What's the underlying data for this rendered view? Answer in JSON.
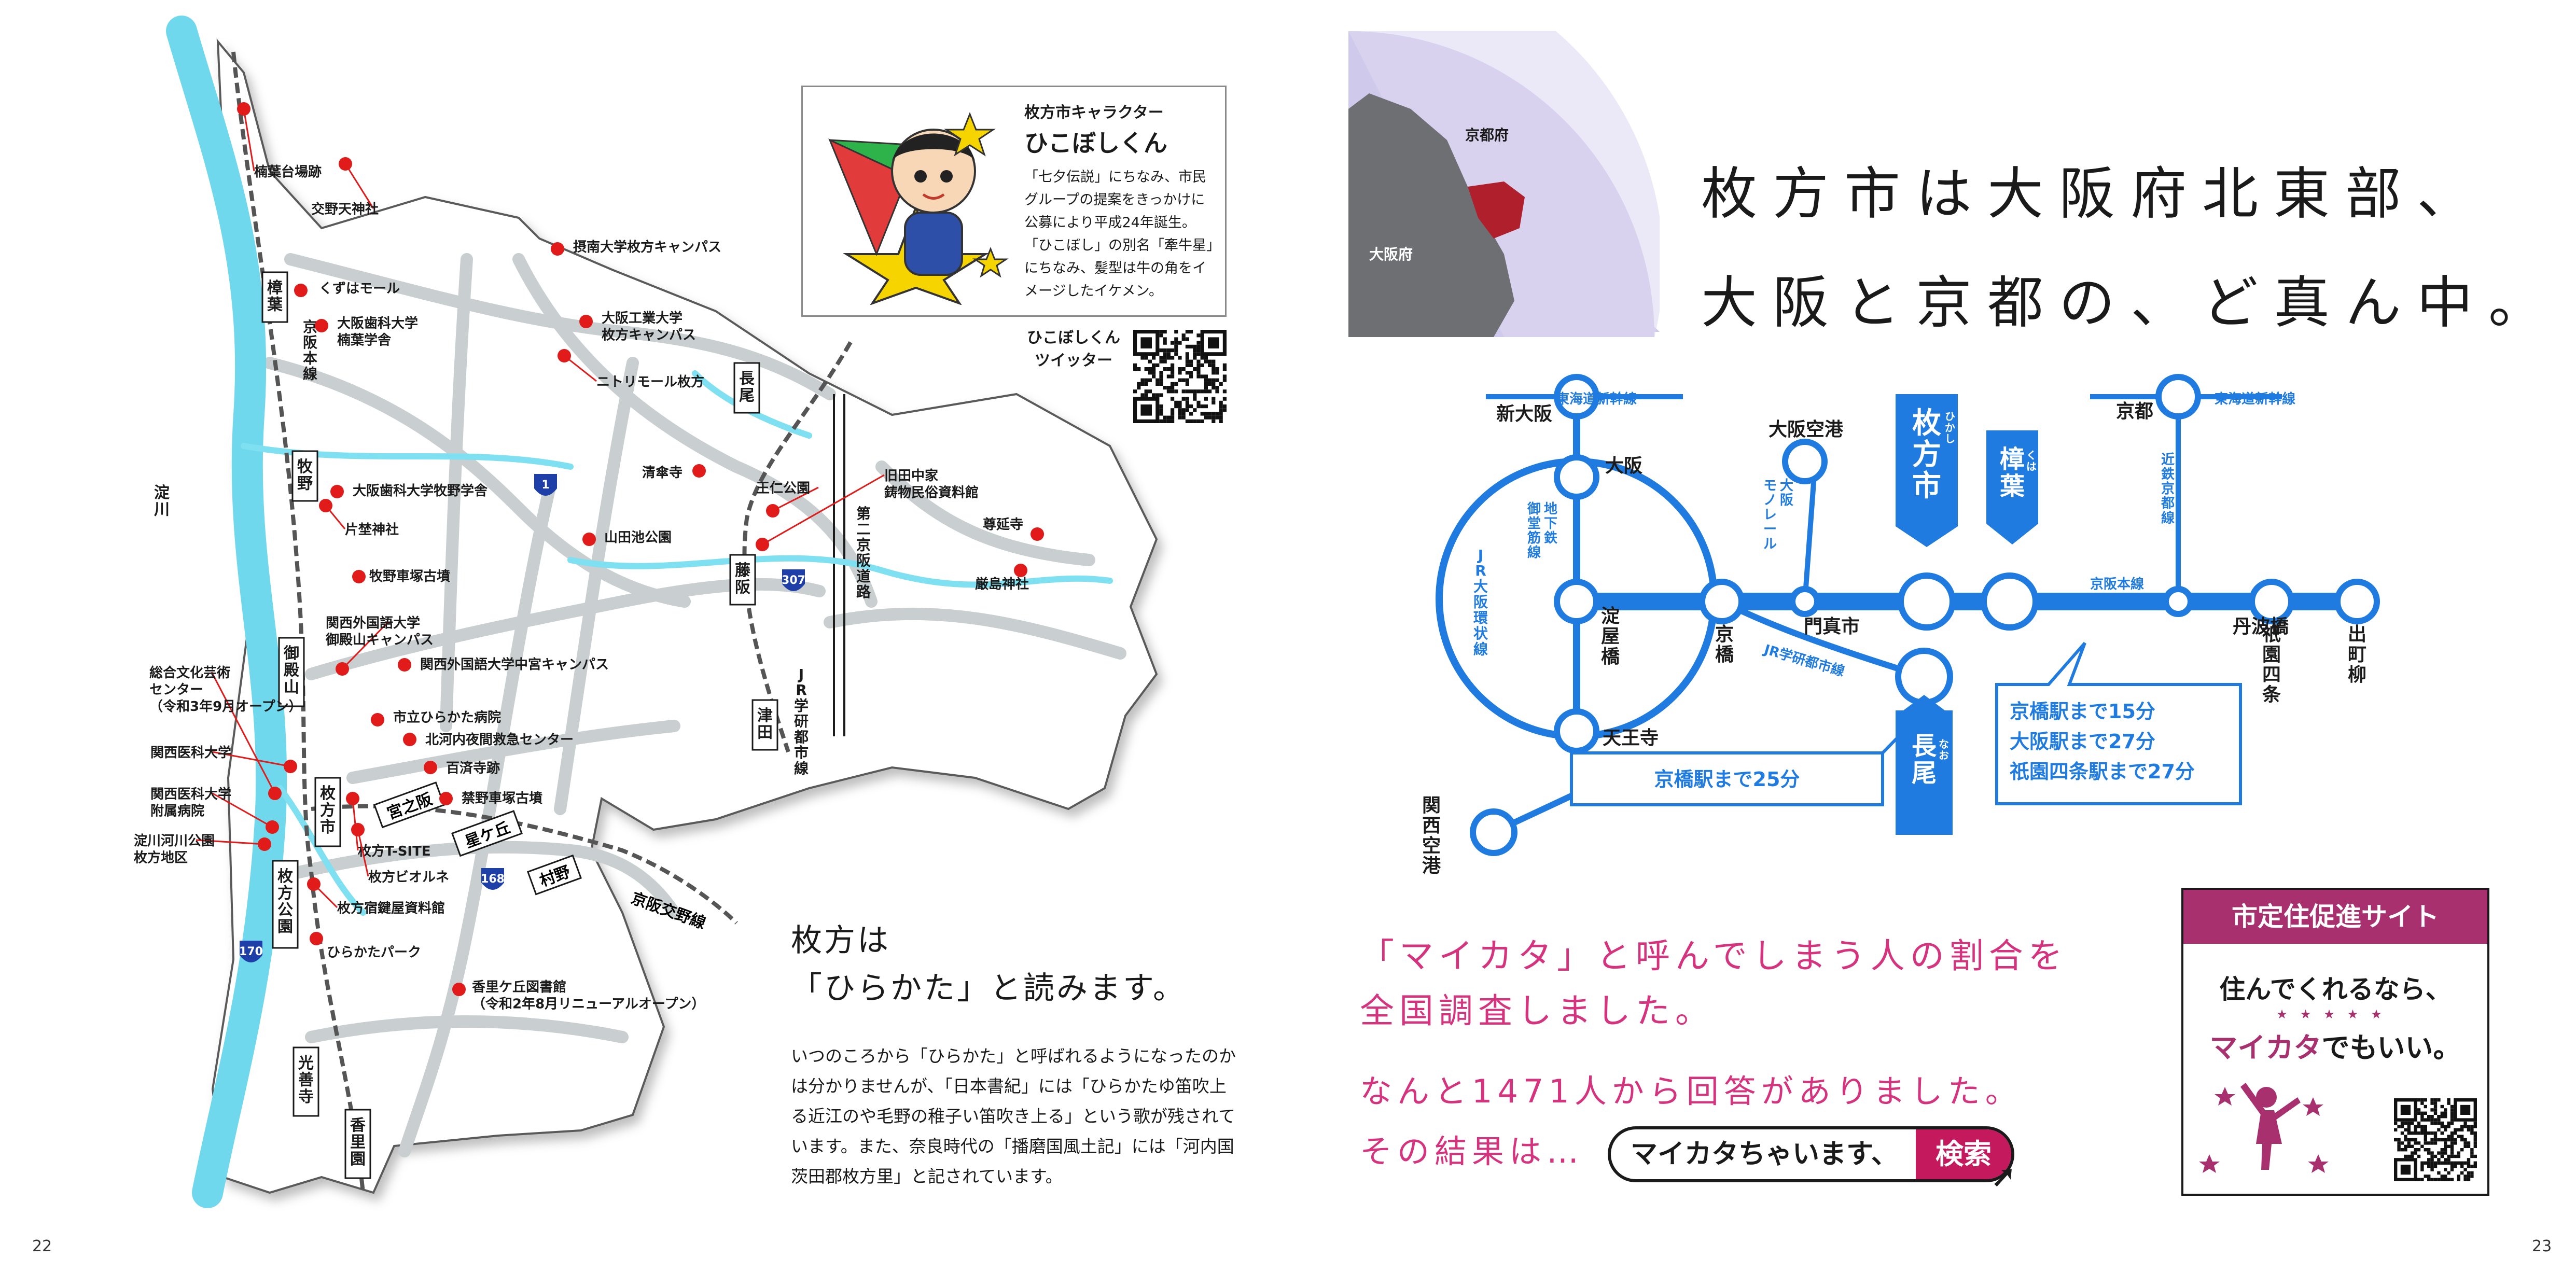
{
  "page_numbers": {
    "left": "22",
    "right": "23"
  },
  "colors": {
    "river": "#6fd8ec",
    "road": "#c9ced1",
    "rail_blue": "#1f7be0",
    "pin": "#e11a1a",
    "survey_pink": "#d6337e",
    "banner_purple": "#a8306e",
    "hirakata_highlight": "#b0202c",
    "osaka_fu": "#6d6f73",
    "kyoto_fu": "#cfc9ec"
  },
  "map": {
    "river_label": "淀\n川",
    "stations": [
      {
        "name": "樟葉"
      },
      {
        "name": "牧野"
      },
      {
        "name": "御殿山"
      },
      {
        "name": "枚方市"
      },
      {
        "name": "枚方公園"
      },
      {
        "name": "光善寺"
      },
      {
        "name": "香里園"
      },
      {
        "name": "宮之阪"
      },
      {
        "name": "星ケ丘"
      },
      {
        "name": "村野"
      },
      {
        "name": "長尾"
      },
      {
        "name": "藤阪"
      },
      {
        "name": "津田"
      }
    ],
    "lines": {
      "keihan_main": "京阪本線",
      "keihan_katano": "京阪交野線",
      "jr_gakkentoshi": "JR学研都市線",
      "second_keihan": "第二京阪道路"
    },
    "routes": [
      "1",
      "307",
      "168",
      "170"
    ],
    "places": [
      {
        "name": "楠葉台場跡"
      },
      {
        "name": "交野天神社"
      },
      {
        "name": "くずはモール"
      },
      {
        "name": "大阪歯科大学\n楠葉学舎"
      },
      {
        "name": "大阪歯科大学牧野学舎"
      },
      {
        "name": "片埜神社"
      },
      {
        "name": "牧野車塚古墳"
      },
      {
        "name": "関西外国語大学\n御殿山キャンパス"
      },
      {
        "name": "関西外国語大学中宮キャンパス"
      },
      {
        "name": "市立ひらかた病院"
      },
      {
        "name": "北河内夜間救急センター"
      },
      {
        "name": "百済寺跡"
      },
      {
        "name": "禁野車塚古墳"
      },
      {
        "name": "総合文化芸術\nセンター\n（令和3年9月オープン）"
      },
      {
        "name": "関西医科大学"
      },
      {
        "name": "関西医科大学\n附属病院"
      },
      {
        "name": "淀川河川公園\n枚方地区"
      },
      {
        "name": "枚方T-SITE"
      },
      {
        "name": "枚方ビオルネ"
      },
      {
        "name": "枚方宿鍵屋資料館"
      },
      {
        "name": "ひらかたパーク"
      },
      {
        "name": "香里ケ丘図書館\n（令和2年8月リニューアルオープン）"
      },
      {
        "name": "摂南大学枚方キャンパス"
      },
      {
        "name": "大阪工業大学\n枚方キャンパス"
      },
      {
        "name": "ニトリモール枚方"
      },
      {
        "name": "清傘寺"
      },
      {
        "name": "王仁公園"
      },
      {
        "name": "山田池公園"
      },
      {
        "name": "旧田中家\n鋳物民俗資料館"
      },
      {
        "name": "尊延寺"
      },
      {
        "name": "厳島神社"
      }
    ]
  },
  "character": {
    "label": "枚方市キャラクター",
    "name": "ひこぼしくん",
    "description": "「七夕伝説」にちなみ、市民グループの提案をきっかけに公募により平成24年誕生。「ひこぼし」の別名「牽牛星」にちなみ、髪型は牛の角をイメージしたイケメン。",
    "twitter_label": "ひこぼしくん\nツイッター"
  },
  "reading": {
    "title_line1": "枚方は",
    "title_line2": "「ひらかた」と読みます。",
    "body": "いつのころから「ひらかた」と呼ばれるようになったのかは分かりませんが、「日本書紀」には「ひらかたゆ笛吹上る近江のや毛野の稚子い笛吹き上る」という歌が残されています。また、奈良時代の「播磨国風土記」には「河内国茨田郡枚方里」と記されています。"
  },
  "headline": {
    "line1": "枚方市は大阪府北東部、",
    "line2": "大阪と京都の、ど真ん中。"
  },
  "region_map": {
    "kyoto": "京都府",
    "osaka": "大阪府"
  },
  "railmap": {
    "shin_osaka": "新大阪",
    "tokaido_left": "東海道新幹線",
    "osaka": "大阪",
    "osaka_airport": "大阪空港",
    "monorail": "大阪\nモノレール",
    "hirakata": "枚方市",
    "hirakata_ruby": "ひ　か　し",
    "kuzuha": "樟葉",
    "kuzuha_ruby": "く　は",
    "kyoto": "京都",
    "tokaido_right": "東海道新幹線",
    "kintetsu": "近鉄京都線",
    "subway": "地下鉄\n御堂筋線",
    "loop": "JR大阪環状線",
    "yodoyabashi": "淀屋橋",
    "kyobashi": "京橋",
    "kadoma": "門真市",
    "gakken": "JR学研都市線",
    "keihan": "京阪本線",
    "tanbabashi": "丹波橋",
    "gion": "祇園四条",
    "demachi": "出町柳",
    "tennoji": "天王寺",
    "kansai_airport": "関西空港",
    "nagao": "長尾",
    "nagao_ruby": "な　お",
    "box_nagao": "京橋駅まで25分",
    "box_hirakata": [
      "京橋駅まで15分",
      "大阪駅まで27分",
      "祇園四条駅まで27分"
    ]
  },
  "survey": {
    "line1": "「マイカタ」と呼んでしまう人の割合を",
    "line2": "全国調査しました。",
    "line3": "なんと1471人から回答がありました。",
    "line4": "その結果は…",
    "search_text": "マイカタちゃいます、",
    "search_button": "検索"
  },
  "banner": {
    "title": "市定住促進サイト",
    "line1": "住んでくれるなら、",
    "accent": "マイカタ",
    "line2": "でもいい。"
  }
}
